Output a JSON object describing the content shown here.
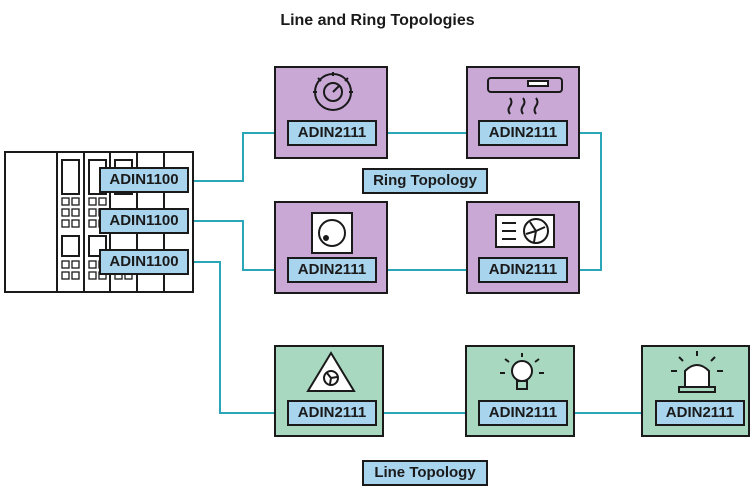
{
  "title": "Line and Ring Topologies",
  "controller": {
    "phys": [
      "ADIN1100",
      "ADIN1100",
      "ADIN1100"
    ]
  },
  "ring": {
    "label": "Ring Topology",
    "devices": [
      {
        "icon": "dial-icon",
        "phy": "ADIN2111"
      },
      {
        "icon": "air-conditioner-icon",
        "phy": "ADIN2111"
      },
      {
        "icon": "thermostat-icon",
        "phy": "ADIN2111"
      },
      {
        "icon": "fan-unit-icon",
        "phy": "ADIN2111"
      }
    ]
  },
  "line": {
    "label": "Line Topology",
    "devices": [
      {
        "icon": "fan-warning-icon",
        "phy": "ADIN2111"
      },
      {
        "icon": "light-bulb-icon",
        "phy": "ADIN2111"
      },
      {
        "icon": "siren-icon",
        "phy": "ADIN2111"
      }
    ]
  },
  "colors": {
    "ring_fill": "#c9a8d6",
    "line_fill": "#a8d8bf",
    "chip_fill": "#a9d4ee",
    "link": "#2aa6b8"
  }
}
